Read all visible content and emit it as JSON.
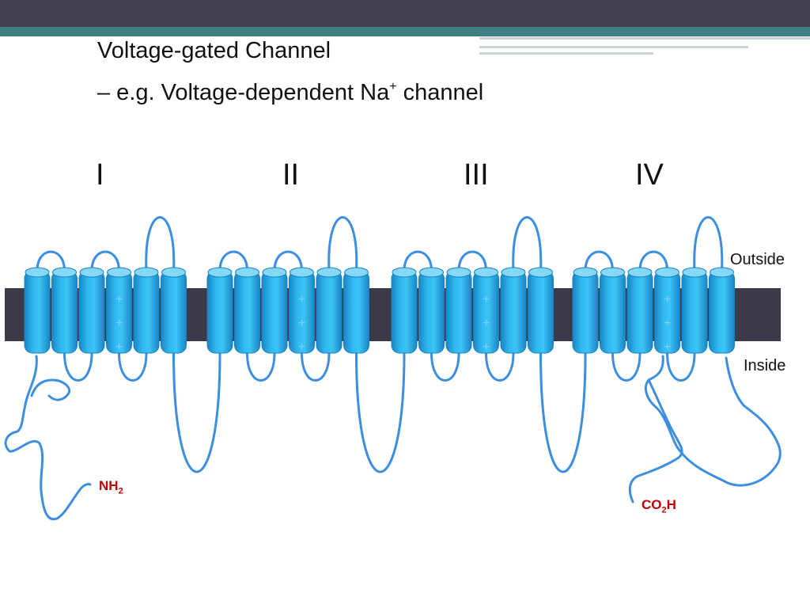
{
  "slide": {
    "title": "Voltage-gated Channel",
    "subtitle_prefix": "– e.g. Voltage-dependent Na",
    "subtitle_superscript": "+",
    "subtitle_suffix": " channel"
  },
  "domains": [
    "I",
    "II",
    "III",
    "IV"
  ],
  "sides": {
    "outside": "Outside",
    "inside": "Inside"
  },
  "termini": {
    "n_main": "NH",
    "n_sub": "2",
    "c_main": "CO",
    "c_sub": "2",
    "c_tail": "H"
  },
  "charge_symbol": "+",
  "segments_per_domain": 6,
  "voltage_sensor_segment": 4,
  "colors": {
    "helix": "#29b6ef",
    "helix_light": "#86d8f7",
    "helix_dark": "#1a85c4",
    "loop": "#3d8ee0",
    "membrane": "#3b3a48",
    "terminus_label": "#c00000",
    "header_dark": "#41404f",
    "header_teal": "#3d7f82"
  }
}
